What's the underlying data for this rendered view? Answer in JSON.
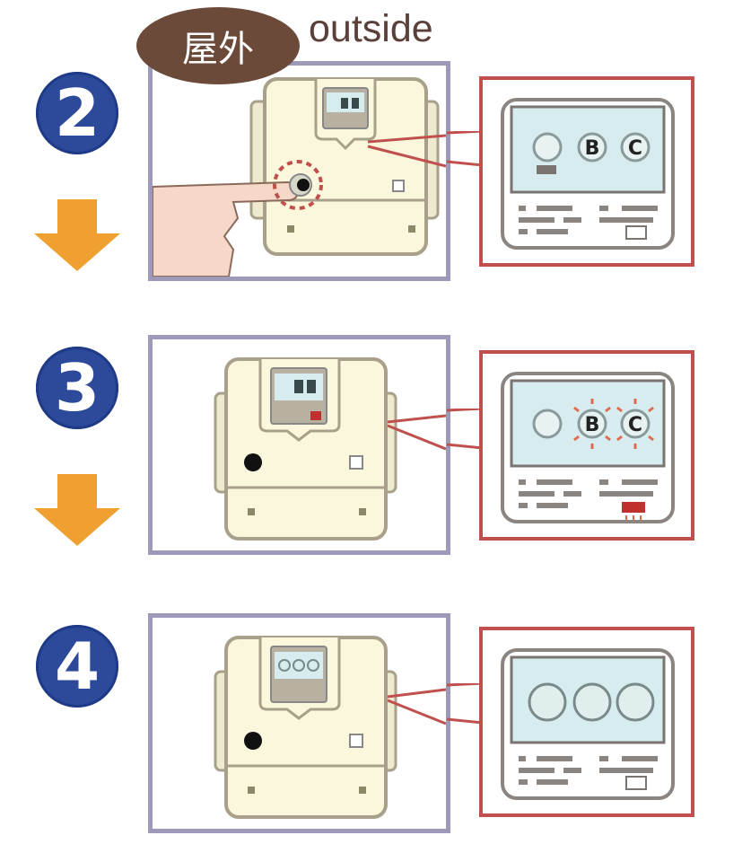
{
  "header": {
    "location_badge": "屋外",
    "location_label": "outside"
  },
  "colors": {
    "step_badge": "#2d4a9a",
    "arrow": "#f0a030",
    "badge_bg": "#6b4a3a",
    "callout_border": "#c0504d",
    "panel_border": "#9c9ab8",
    "device_body": "#faf7dc",
    "display_bg": "#d6ecee"
  },
  "steps": [
    {
      "number": "2",
      "description": "Press button on outdoor unit",
      "display_indicators": [
        "",
        "B",
        "C"
      ],
      "indicators_blinking": false,
      "finger_pressing": true,
      "has_next_arrow": true
    },
    {
      "number": "3",
      "description": "B and C indicators flash",
      "display_indicators": [
        "",
        "B",
        "C"
      ],
      "indicators_blinking": true,
      "finger_pressing": false,
      "has_next_arrow": true
    },
    {
      "number": "4",
      "description": "All indicators clear",
      "display_indicators": [
        "",
        "",
        ""
      ],
      "indicators_blinking": false,
      "finger_pressing": false,
      "has_next_arrow": false
    }
  ]
}
